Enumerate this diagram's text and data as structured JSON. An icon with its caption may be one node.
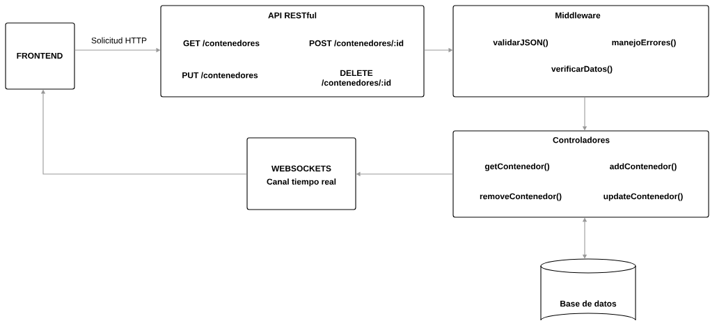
{
  "diagram": {
    "nodes": [
      {
        "text": [
          "FRONTEND"
        ]
      },
      {
        "text": [
          "API RESTful",
          "GET /contenedores",
          "POST /contenedores/:id",
          "PUT /contenedores",
          "DELETE /contenedores/:id"
        ]
      },
      {
        "text": [
          "Middleware",
          "validarJSON()",
          "manejoErrores()",
          "verificarDatos()"
        ]
      },
      {
        "text": [
          "Controladores",
          "getContenedor()",
          "addContenedor()",
          "removeContenedor()",
          "updateContenedor()"
        ]
      },
      {
        "text": [
          "WEBSOCKETS",
          "Canal tiempo real"
        ]
      },
      {
        "text": [
          "Base de datos"
        ]
      }
    ],
    "edges": [
      {
        "from": 0,
        "to": 1,
        "arrow": "to",
        "label": "Solicitud HTTP"
      },
      {
        "from": 1,
        "to": 2,
        "arrow": "to"
      },
      {
        "from": 2,
        "to": 3,
        "arrow": "to"
      },
      {
        "from": 3,
        "to": 4,
        "arrow": "to"
      },
      {
        "from": 4,
        "to": 0,
        "arrow": "to"
      },
      {
        "from": 3,
        "to": 5,
        "arrow": "both"
      }
    ]
  }
}
